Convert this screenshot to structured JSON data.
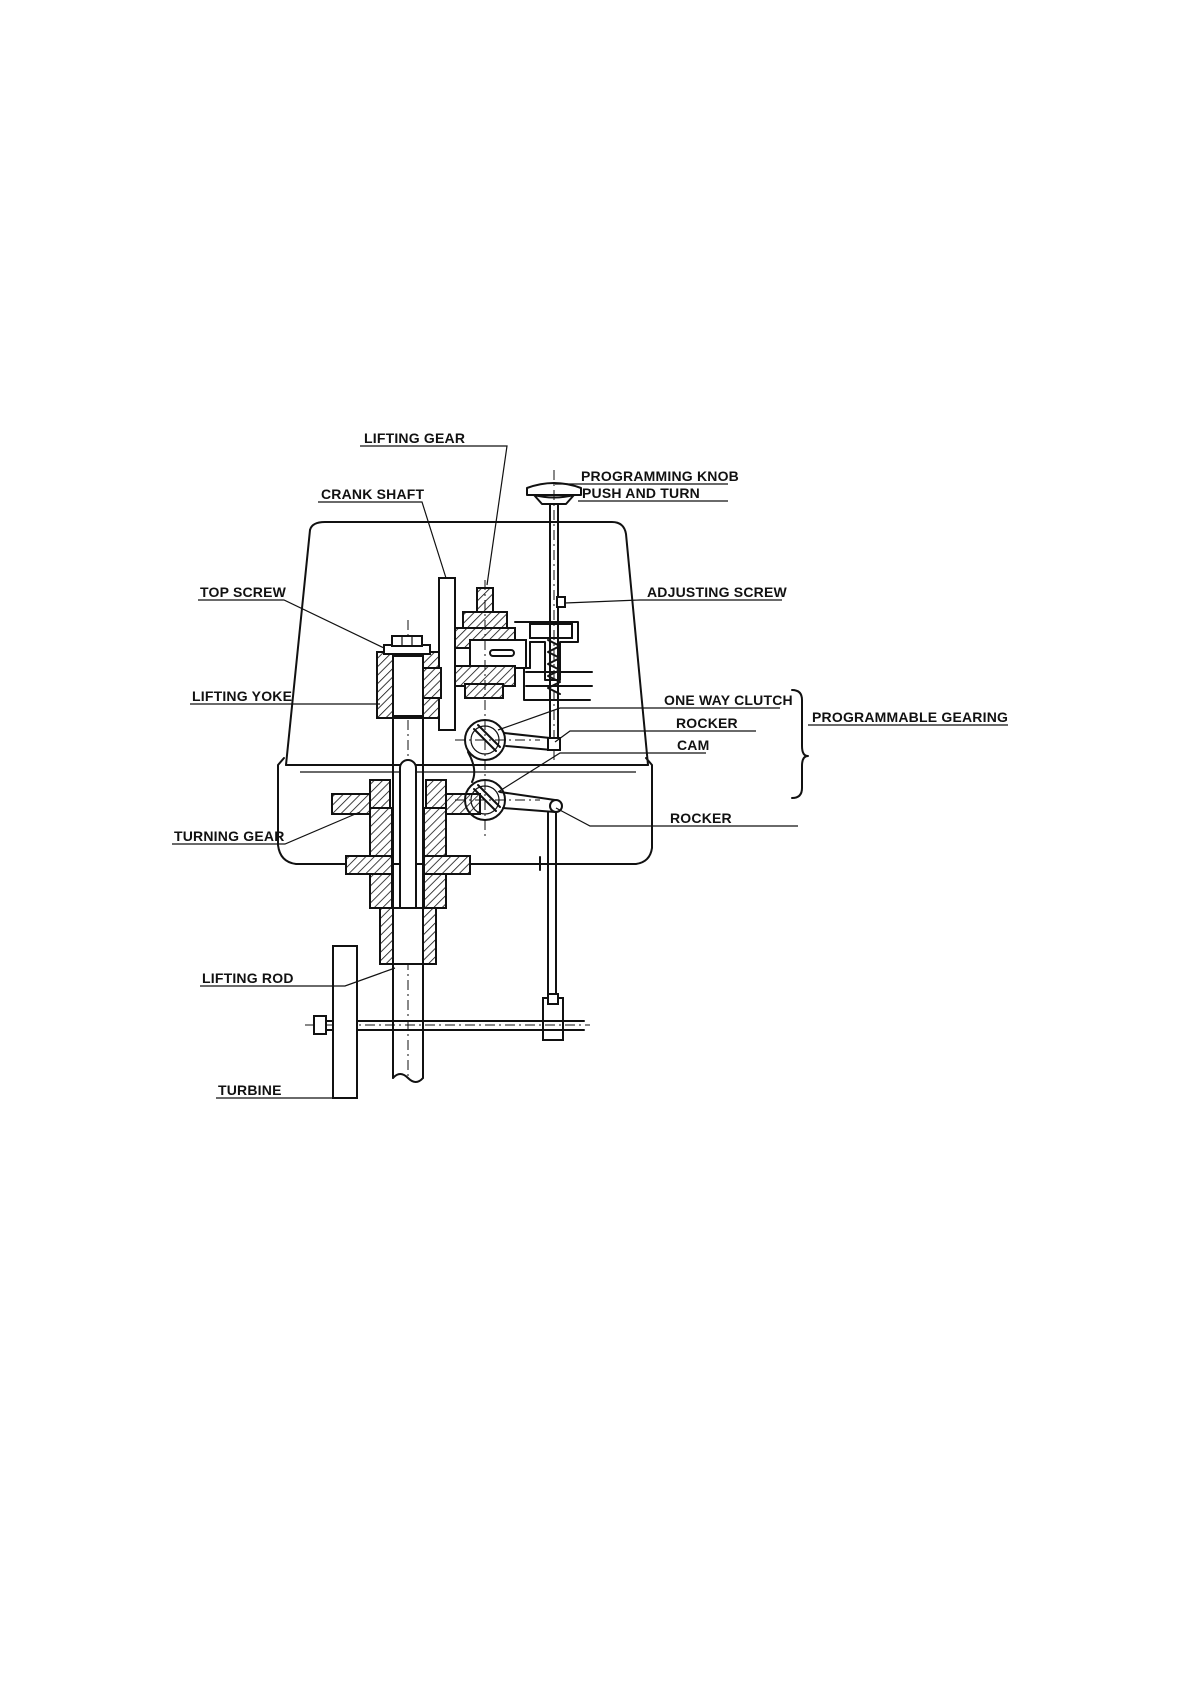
{
  "labels": {
    "lifting_gear": "LIFTING GEAR",
    "programming_knob": "PROGRAMMING KNOB",
    "push_and_turn": "PUSH AND TURN",
    "crank_shaft": "CRANK SHAFT",
    "top_screw": "TOP SCREW",
    "adjusting_screw": "ADJUSTING SCREW",
    "lifting_yoke": "LIFTING YOKE",
    "one_way_clutch": "ONE WAY CLUTCH",
    "rocker_upper": "ROCKER",
    "cam": "CAM",
    "programmable_gearing": "PROGRAMMABLE GEARING",
    "turning_gear": "TURNING GEAR",
    "rocker_lower": "ROCKER",
    "lifting_rod": "LIFTING ROD",
    "turbine": "TURBINE"
  }
}
